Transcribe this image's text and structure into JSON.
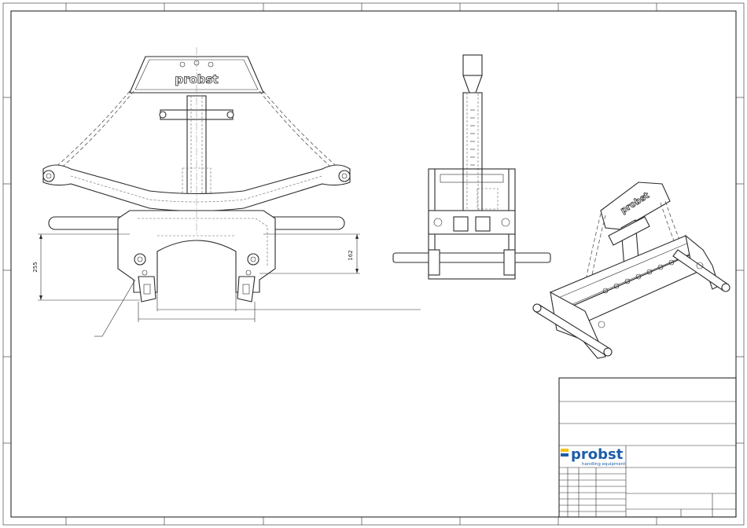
{
  "drawing": {
    "plate_logo": "probst",
    "dimensions": {
      "height_outer": "255",
      "height_inner": "162"
    }
  },
  "title_block": {
    "company": "probst",
    "tagline": "handling equipment",
    "logo_color": "#1d5da8",
    "accent_color": "#f2c400"
  },
  "colors": {
    "line": "#2b2b2b",
    "paper": "#ffffff"
  }
}
